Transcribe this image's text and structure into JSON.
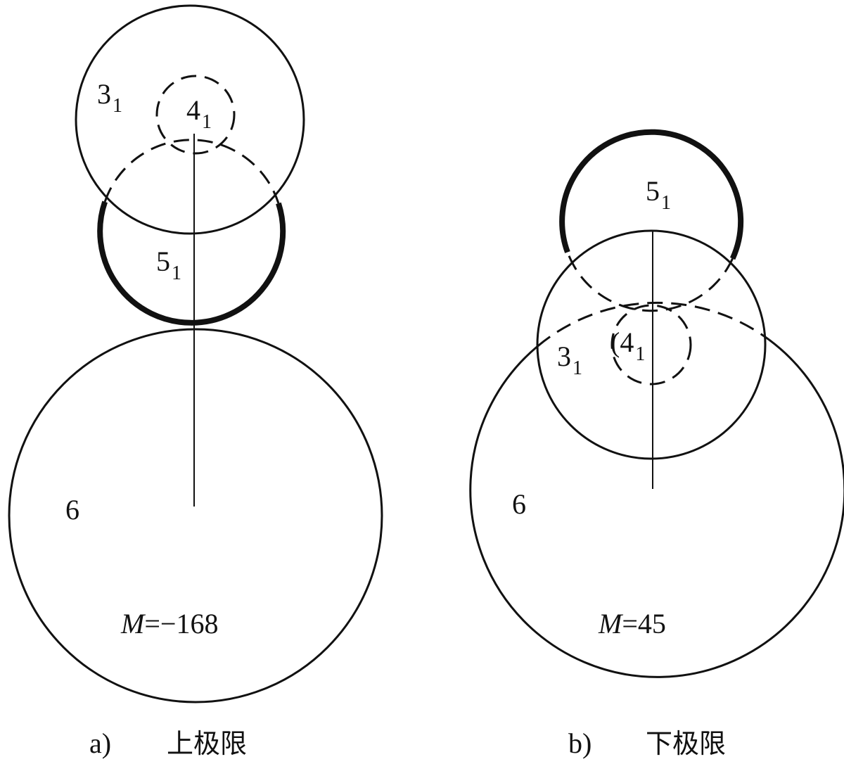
{
  "panel_a": {
    "gear_3_label": {
      "main": "3",
      "sub": "1"
    },
    "gear_4_label": {
      "main": "4",
      "sub": "1"
    },
    "gear_5_label": {
      "main": "5",
      "sub": "1"
    },
    "gear_6_label": "6",
    "m_symbol": "M",
    "m_value": "=−168",
    "caption_letter": "a)",
    "caption_text": "上极限"
  },
  "panel_b": {
    "gear_3_label": {
      "main": "3",
      "sub": "1"
    },
    "gear_4_label": {
      "main": "(4",
      "sub": "1"
    },
    "gear_5_label": {
      "main": "5",
      "sub": "1"
    },
    "gear_6_label": "6",
    "m_symbol": "M",
    "m_value": "=45",
    "caption_letter": "b)",
    "caption_text": "下极限"
  }
}
